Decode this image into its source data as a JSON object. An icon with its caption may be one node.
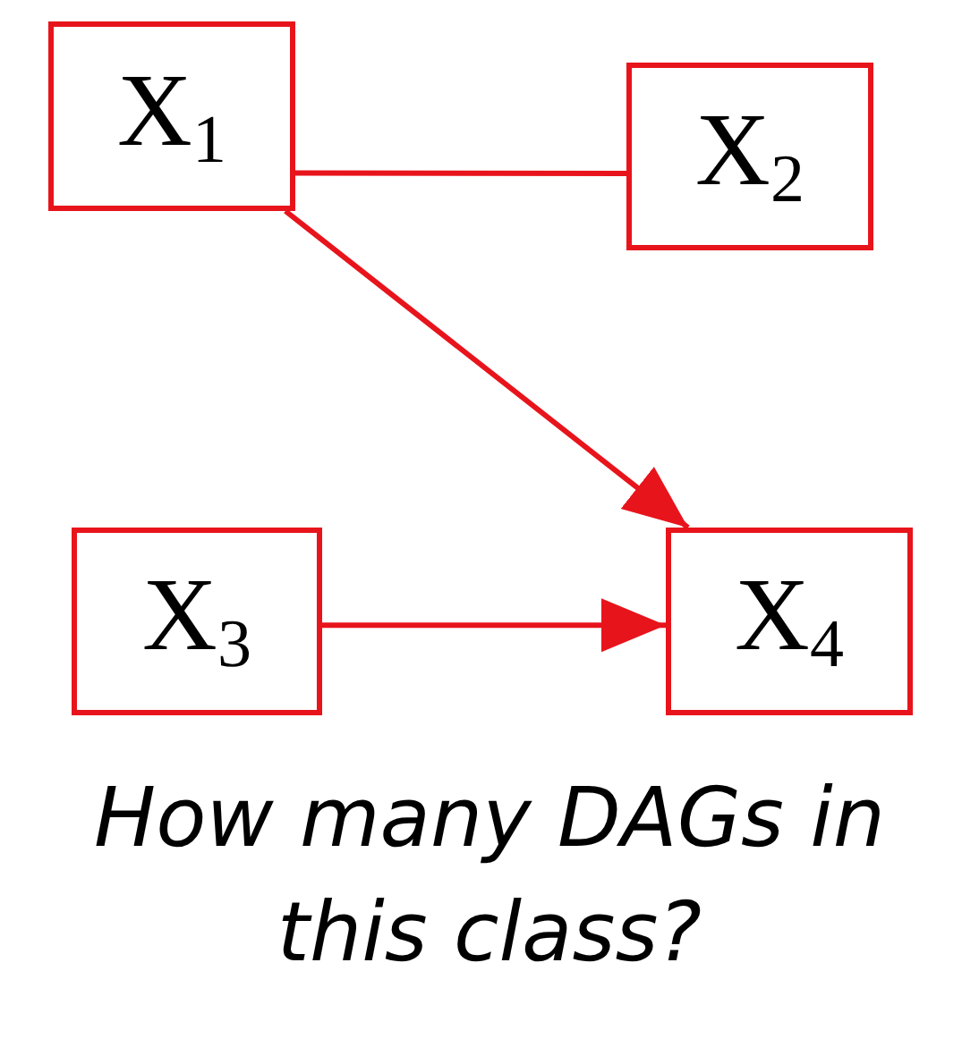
{
  "diagram": {
    "caption": "How many DAGs in this class?",
    "nodes": [
      {
        "text": [
          "X$_{1}$"
        ]
      },
      {
        "text": [
          "X$_{2}$"
        ]
      },
      {
        "text": [
          "X$_{3}$"
        ]
      },
      {
        "text": [
          "X$_{4}$"
        ]
      }
    ],
    "edges": [
      {
        "from": 0,
        "to": 1,
        "arrow": "none"
      },
      {
        "from": 0,
        "to": 3,
        "arrow": "to"
      },
      {
        "from": 2,
        "to": 3,
        "arrow": "to"
      }
    ]
  }
}
